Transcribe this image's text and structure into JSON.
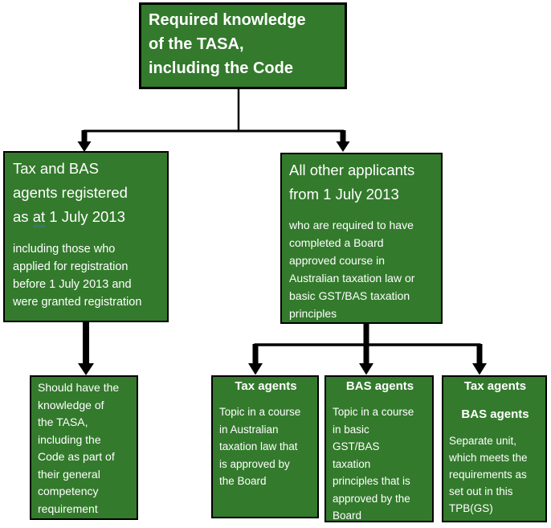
{
  "colors": {
    "box_fill": "#337A2C",
    "box_border": "#000000",
    "box_text": "#FFFFFF",
    "connector": "#000000",
    "grammar_underline": "#3A70C8",
    "background": "#FFFFFF"
  },
  "top_box": {
    "title": "Required knowledge\nof the TASA,\nincluding the Code"
  },
  "left_box": {
    "heading_before": "Tax and BAS\nagents registered\nas ",
    "heading_marked": "at",
    "heading_after": " 1 July 2013",
    "body": "including those who\napplied for registration\nbefore 1 July 2013 and\nwere granted registration"
  },
  "right_box": {
    "heading": "All other applicants\nfrom 1 July 2013",
    "body": "who are required to have\ncompleted a Board\napproved course in\nAustralian taxation law or\nbasic GST/BAS taxation\nprinciples"
  },
  "outcome_left_box": {
    "body": "Should have the\nknowledge of\nthe TASA,\nincluding the\nCode as part of\ntheir general\ncompetency\nrequirement"
  },
  "tax_agents_box": {
    "heading": "Tax agents",
    "body": "Topic in a course\nin Australian\ntaxation law that\nis approved by\nthe Board"
  },
  "bas_agents_box": {
    "heading": "BAS agents",
    "body": "Topic in a course\nin basic\nGST/BAS\ntaxation\nprinciples that is\napproved by the\nBoard"
  },
  "combined_agents_box": {
    "heading1": "Tax agents",
    "heading2": "BAS agents",
    "body": "Separate unit,\nwhich meets the\nrequirements as\nset out in this\nTPB(GS)"
  }
}
